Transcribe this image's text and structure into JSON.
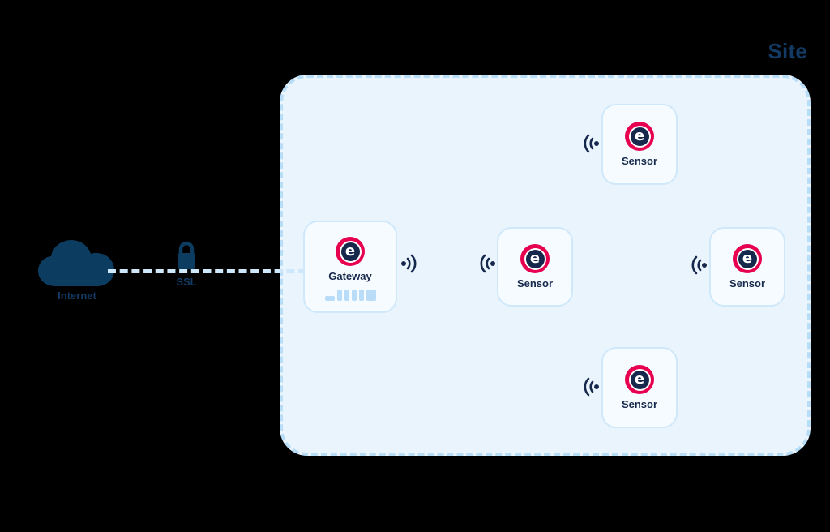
{
  "diagram": {
    "site": {
      "label": "Site"
    },
    "internet": {
      "label": "Internet",
      "icon": "cloud-icon"
    },
    "link": {
      "label": "SSL",
      "icon": "lock-icon",
      "style": "dashed"
    },
    "devices": [
      {
        "id": "gateway",
        "label": "Gateway",
        "icon": "brand-logo-icon",
        "glyph": "e",
        "has_signal_bars": true,
        "signal_bars": 6
      },
      {
        "id": "sensor-middle",
        "label": "Sensor",
        "icon": "brand-logo-icon",
        "glyph": "e",
        "has_signal_bars": false
      },
      {
        "id": "sensor-right",
        "label": "Sensor",
        "icon": "brand-logo-icon",
        "glyph": "e",
        "has_signal_bars": false
      },
      {
        "id": "sensor-top",
        "label": "Sensor",
        "icon": "brand-logo-icon",
        "glyph": "e",
        "has_signal_bars": false
      },
      {
        "id": "sensor-bottom",
        "label": "Sensor",
        "icon": "brand-logo-icon",
        "glyph": "e",
        "has_signal_bars": false
      }
    ],
    "wireless_icons": [
      {
        "id": "gateway-out",
        "direction": "right"
      },
      {
        "id": "sensor-middle-in",
        "direction": "left"
      },
      {
        "id": "sensor-right-in",
        "direction": "left"
      },
      {
        "id": "sensor-top-in",
        "direction": "left"
      },
      {
        "id": "sensor-bottom-in",
        "direction": "left"
      }
    ],
    "colors": {
      "background": "#000000",
      "site_fill": "#e9f4fd",
      "site_border": "#b8ddf7",
      "card_fill": "#f6fbff",
      "card_border": "#cfe8fa",
      "navy": "#16294c",
      "label_navy": "#123a63",
      "brand_crimson": "#e6004f",
      "light_blue": "#b9dcf8"
    }
  }
}
